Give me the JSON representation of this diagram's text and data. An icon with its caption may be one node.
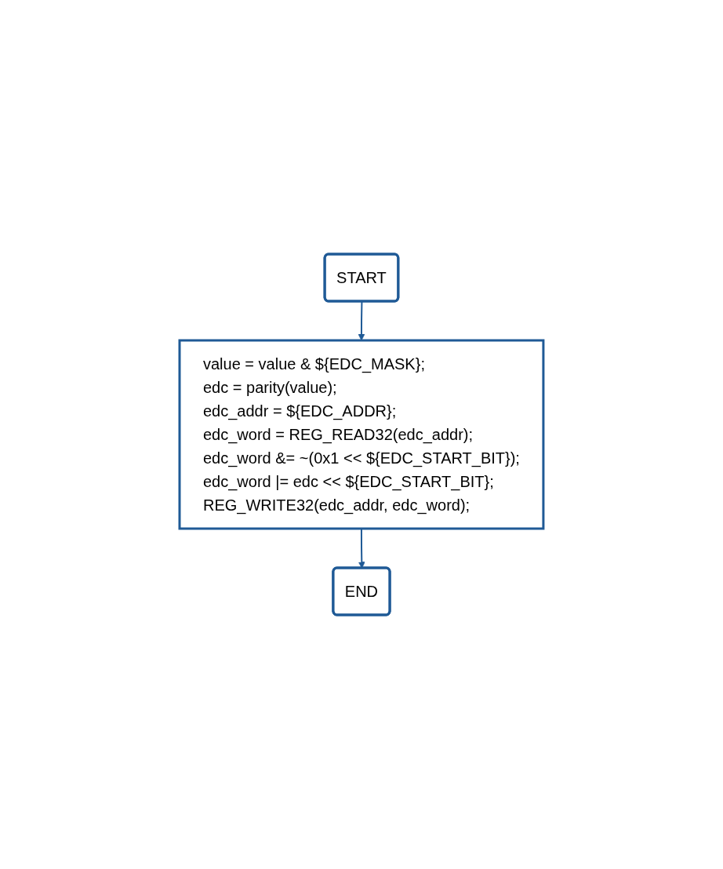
{
  "diagram": {
    "nodes": [
      {
        "text": [
          "START"
        ]
      },
      {
        "text": [
          "value = value & ${EDC_MASK};",
          "edc = parity(value);",
          "edc_addr = ${EDC_ADDR};",
          "edc_word = REG_READ32(edc_addr);",
          "edc_word &= ~(0x1 << ${EDC_START_BIT});",
          "edc_word |= edc << ${EDC_START_BIT};",
          "REG_WRITE32(edc_addr, edc_word);"
        ]
      },
      {
        "text": [
          "END"
        ]
      }
    ],
    "edges": [
      {
        "from": 0,
        "to": 1,
        "arrow": "to"
      },
      {
        "from": 1,
        "to": 2,
        "arrow": "to"
      }
    ]
  }
}
